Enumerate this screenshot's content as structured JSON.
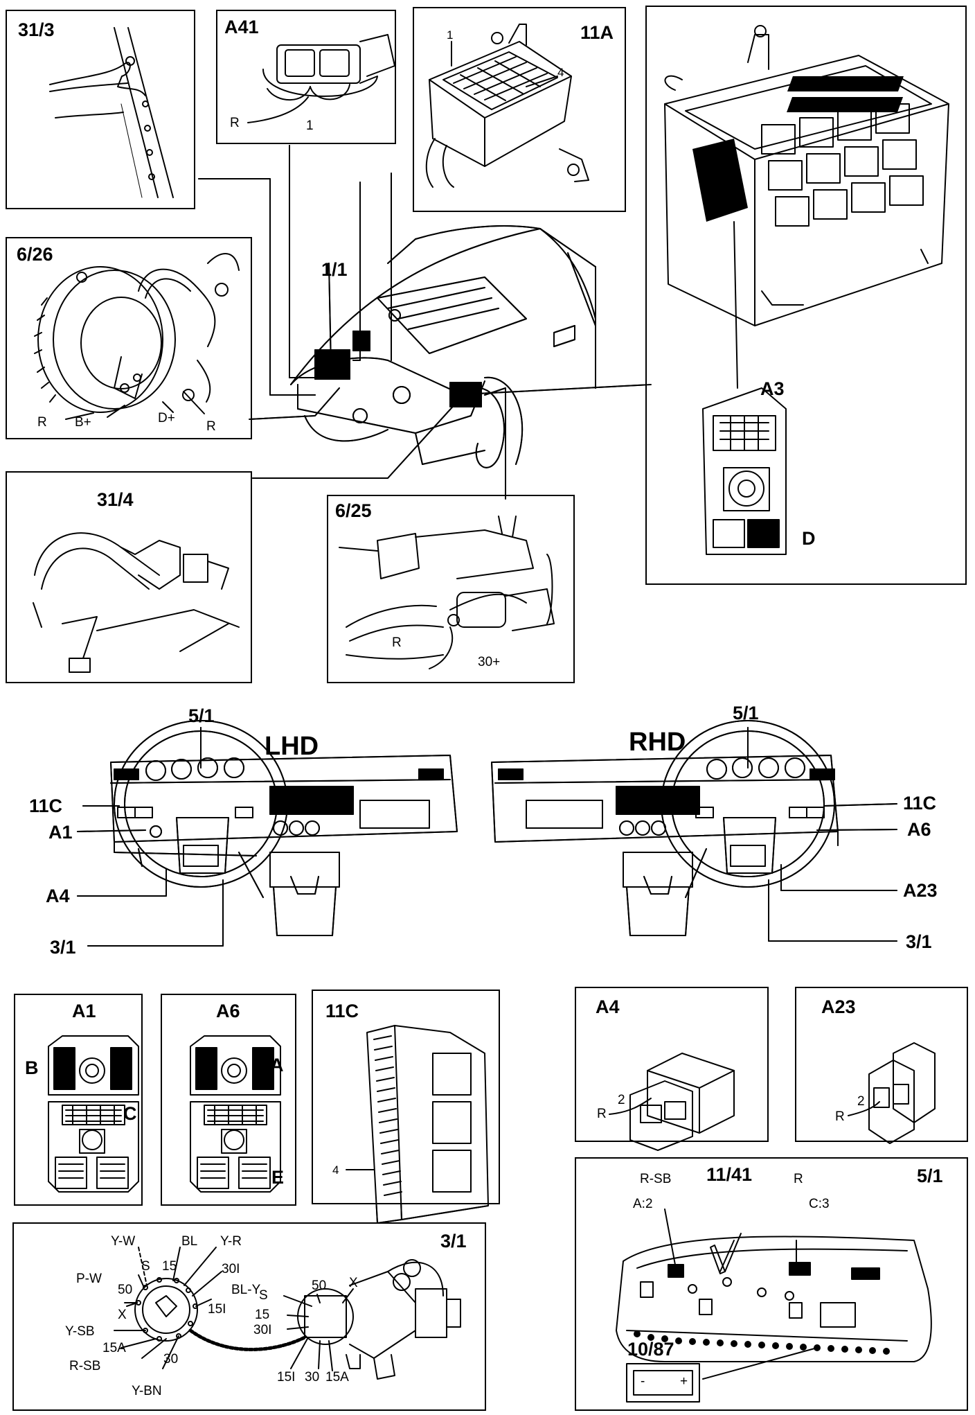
{
  "top": {
    "ground_31_3": "31/3",
    "a41": {
      "title": "A41",
      "wire": "R",
      "pin": "1"
    },
    "fuse_11a": {
      "title": "11A",
      "pin_1": "1",
      "pin_4": "4"
    },
    "alt_6_26": {
      "title": "6/26",
      "r_left": "R",
      "b_plus": "B+",
      "d_plus": "D+",
      "r_right": "R"
    },
    "battery_1_1": "1/1",
    "relay_a3": {
      "title": "A3",
      "connector_d": "D"
    },
    "ground_31_4": "31/4",
    "starter_6_25": {
      "title": "6/25",
      "wire": "R",
      "terminal": "30+"
    }
  },
  "dash": {
    "lhd": {
      "title": "LHD",
      "c_5_1": "5/1",
      "c_11c": "11C",
      "c_a1": "A1",
      "c_a4": "A4",
      "c_3_1": "3/1"
    },
    "rhd": {
      "title": "RHD",
      "c_5_1": "5/1",
      "c_11c": "11C",
      "c_a6": "A6",
      "c_a23": "A23",
      "c_3_1": "3/1"
    }
  },
  "bottom": {
    "a1": {
      "title": "A1",
      "b": "B",
      "c": "C"
    },
    "a6": {
      "title": "A6",
      "a": "A",
      "e": "E"
    },
    "c11c": {
      "title": "11C",
      "pin": "4"
    },
    "a4": {
      "title": "A4",
      "wire": "R",
      "pin": "2"
    },
    "a23": {
      "title": "A23",
      "wire": "R",
      "pin": "2"
    },
    "ign_3_1": {
      "title": "3/1",
      "y_w": "Y-W",
      "s1": "S",
      "bl": "BL",
      "y_r": "Y-R",
      "p_w": "P-W",
      "t50a": "50",
      "t15a": "15",
      "t30i_a": "30I",
      "bl_y": "BL-Y",
      "t15i_a": "15I",
      "x1": "X",
      "y_sb": "Y-SB",
      "t15a_a": "15A",
      "r_sb": "R-SB",
      "t30a": "30",
      "y_bn": "Y-BN",
      "t50b": "50",
      "x2": "X",
      "s2": "S",
      "t15b": "15",
      "t30i_b": "30I",
      "t15i_b": "15I",
      "t30b": "30",
      "t15a_b": "15A"
    },
    "cluster_5_1": {
      "title": "5/1",
      "r_sb": "R-SB",
      "c_11_41": "11/41",
      "r": "R",
      "a2": "A:2",
      "c3": "C:3"
    },
    "fuse_10_87": {
      "title": "10/87",
      "minus": "-",
      "plus": "+"
    }
  }
}
